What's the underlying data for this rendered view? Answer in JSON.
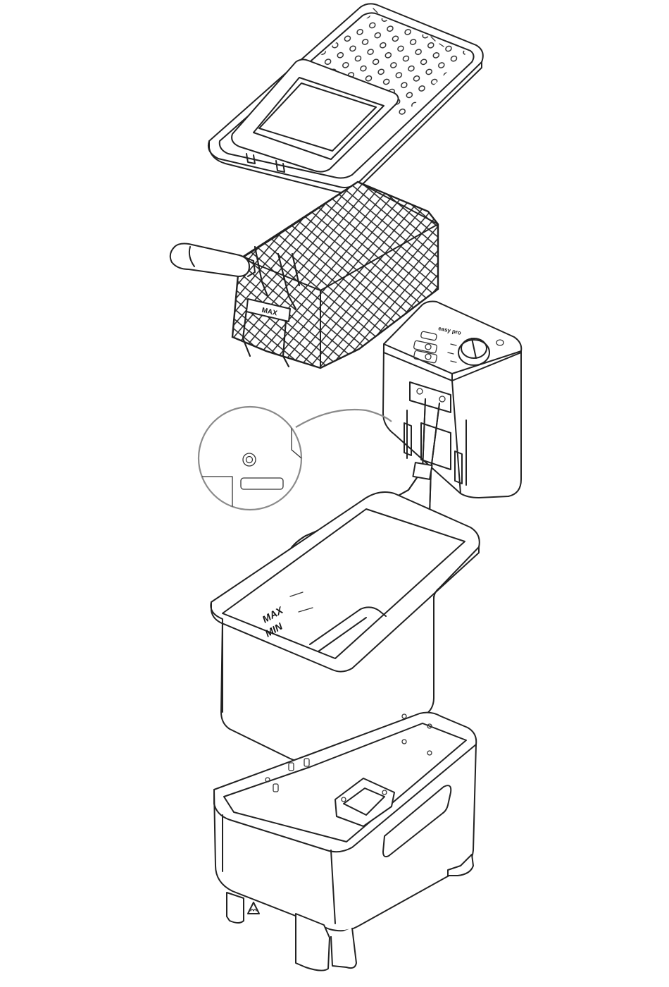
{
  "basket": {
    "max_label": "MAX"
  },
  "tank": {
    "max_label": "MAX",
    "min_label": "MIN"
  },
  "control_unit": {
    "brand_label": "easy pro"
  },
  "colors": {
    "line": "#222222",
    "mesh": "#2a2a2a",
    "background": "#ffffff",
    "callout": "#8a8a8a"
  },
  "icons": [
    "heat-warning-icon",
    "thermostat-knob-icon",
    "indicator-lamp-icon"
  ]
}
